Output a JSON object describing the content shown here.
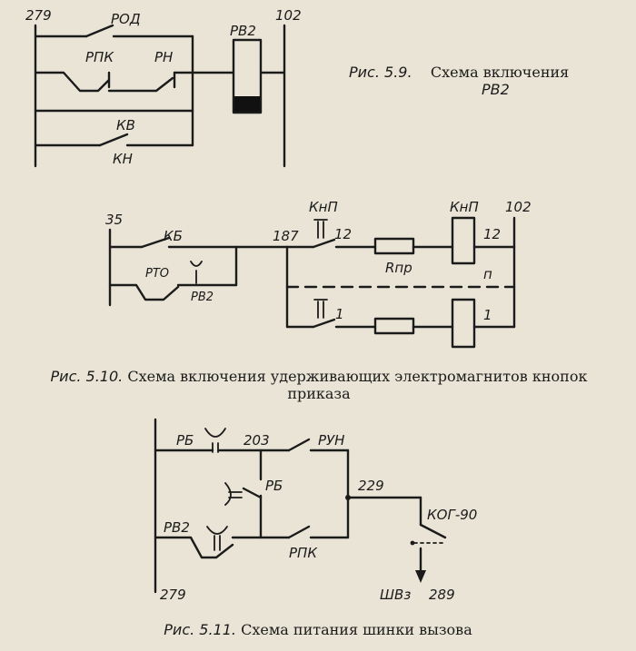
{
  "fig9": {
    "caption_num": "Рис. 5.9.",
    "caption_text": "Схема включения",
    "caption_text2": "РВ2",
    "labels": {
      "bus_left": "279",
      "bus_right": "102",
      "rod": "РОД",
      "rpk": "РПК",
      "rn": "РН",
      "rv2": "РВ2",
      "kv": "КВ",
      "kn": "КН"
    }
  },
  "fig10": {
    "caption_num": "Рис. 5.10.",
    "caption_text": "Схема включения удерживающих электромагнитов кнопок",
    "caption_text2": "приказа",
    "labels": {
      "n35": "35",
      "kb": "КБ",
      "n187": "187",
      "knp_btn": "КнП",
      "n12a": "12",
      "knp_coil": "КнП",
      "n102": "102",
      "n12b": "12",
      "rpr": "Rпр",
      "n": "п",
      "rto": "РТО",
      "rv2": "РВ2",
      "n1a": "1",
      "n1b": "1"
    }
  },
  "fig11": {
    "caption_num": "Рис. 5.11.",
    "caption_text": "Схема питания шинки вызова",
    "labels": {
      "rb1": "РБ",
      "n203": "203",
      "run": "РУН",
      "rb2": "РБ",
      "n229": "229",
      "kog90": "КОГ-90",
      "rv2": "РВ2",
      "rpk": "РПК",
      "n279": "279",
      "shvz": "ШВз",
      "n289": "289"
    }
  }
}
